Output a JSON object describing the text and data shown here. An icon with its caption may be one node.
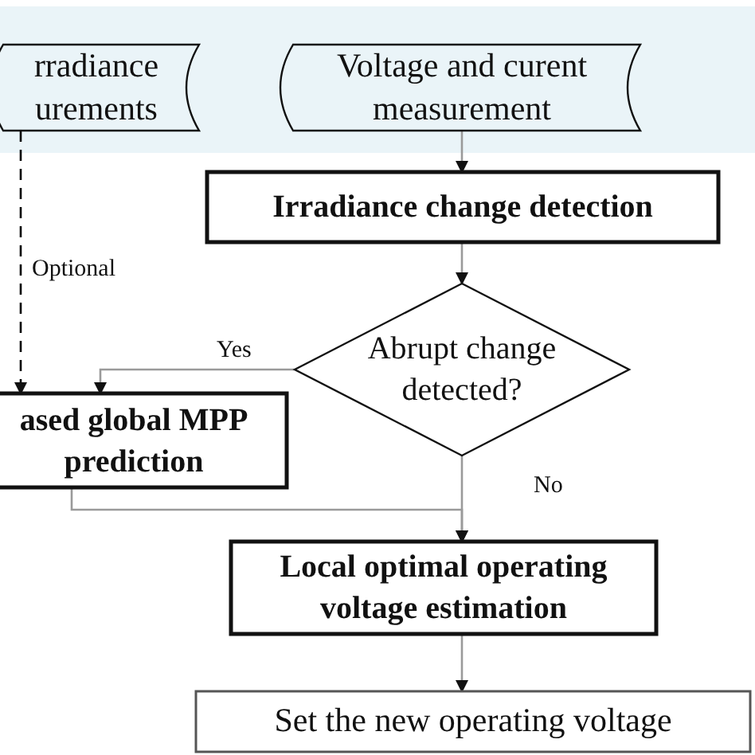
{
  "diagram": {
    "nodes": [
      {
        "text": [
          "rradiance urements"
        ]
      },
      {
        "text": [
          "Voltage and curent measurement"
        ]
      },
      {
        "text": [
          "Irradiance change detection"
        ]
      },
      {
        "text": [
          "Abrupt change detected?"
        ]
      },
      {
        "text": [
          "ased global MPP prediction"
        ]
      },
      {
        "text": [
          "Local optimal operating voltage estimation"
        ]
      },
      {
        "text": [
          "Set the new operating voltage"
        ]
      }
    ],
    "edges": [
      {
        "from": 0,
        "to": 4,
        "arrow": "to",
        "style": "dashed",
        "color": "#000000",
        "label": "Optional"
      },
      {
        "from": 1,
        "to": 2,
        "arrow": "to"
      },
      {
        "from": 2,
        "to": 3,
        "arrow": "to"
      },
      {
        "from": 3,
        "to": 4,
        "arrow": "to",
        "label": "Yes"
      },
      {
        "from": 3,
        "to": 5,
        "arrow": "to",
        "label": "No"
      },
      {
        "from": 4,
        "to": 5,
        "arrow": "to"
      },
      {
        "from": 5,
        "to": 6,
        "arrow": "to"
      }
    ]
  }
}
